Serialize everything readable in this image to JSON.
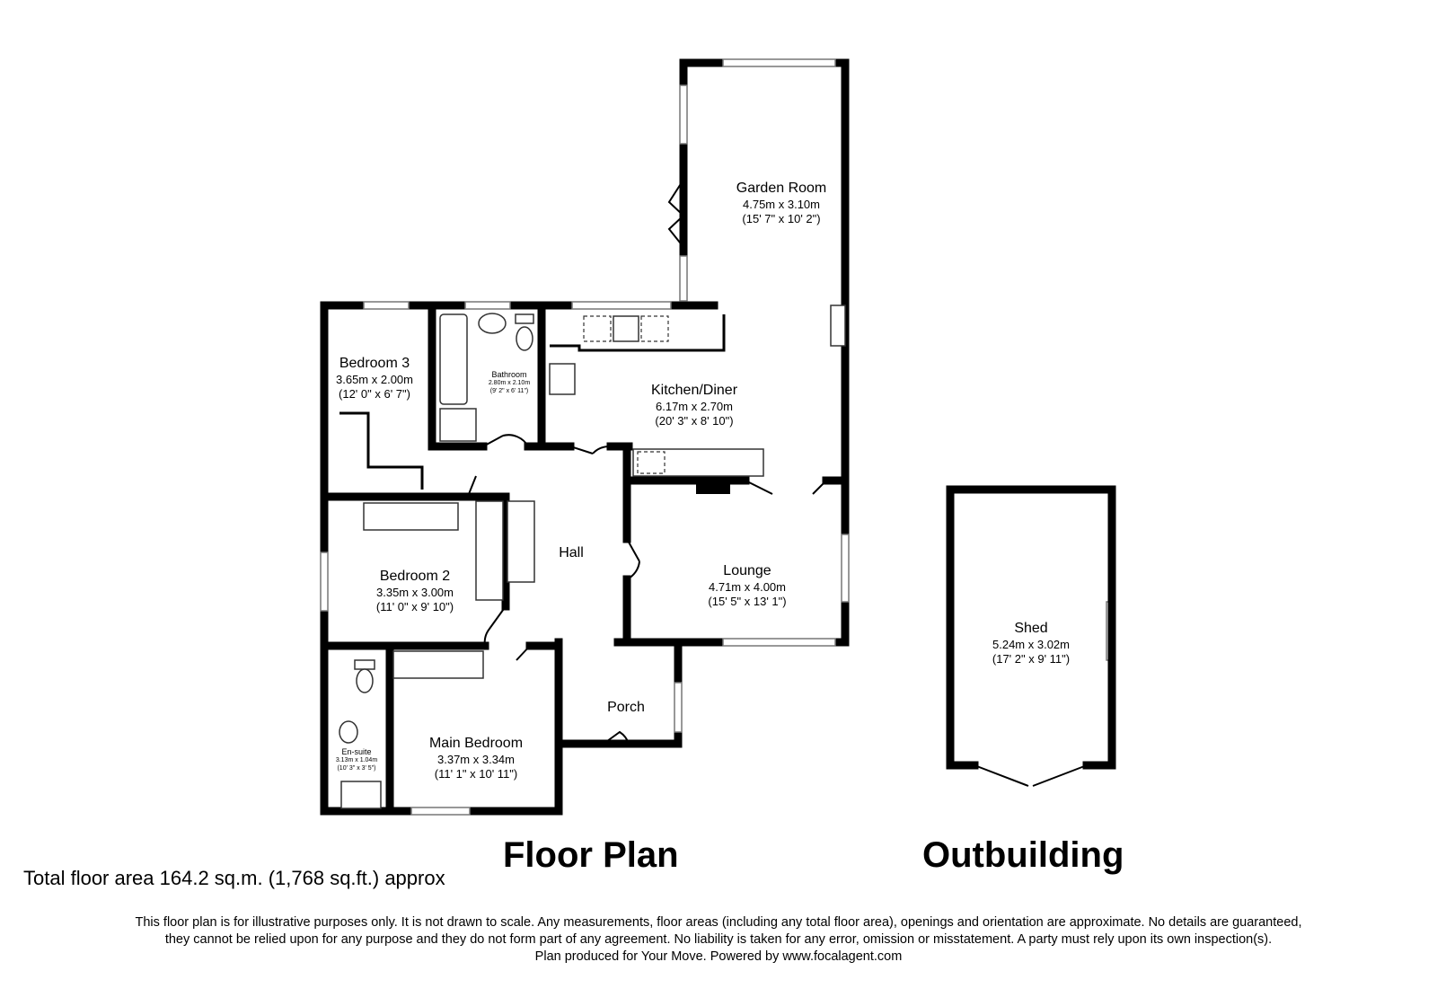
{
  "rooms": [
    {
      "name": "Garden Room",
      "metric": "4.75m x 3.10m",
      "imperial": "(15' 7\" x 10' 2\")"
    },
    {
      "name": "Bedroom 3",
      "metric": "3.65m x 2.00m",
      "imperial": "(12' 0\" x 6' 7\")"
    },
    {
      "name": "Bathroom",
      "metric": "2.80m x 2.10m",
      "imperial": "(9' 2\" x 6' 11\")"
    },
    {
      "name": "Kitchen/Diner",
      "metric": "6.17m x 2.70m",
      "imperial": "(20' 3\" x 8' 10\")"
    },
    {
      "name": "Hall",
      "metric": "",
      "imperial": ""
    },
    {
      "name": "Bedroom 2",
      "metric": "3.35m x 3.00m",
      "imperial": "(11' 0\" x 9' 10\")"
    },
    {
      "name": "Lounge",
      "metric": "4.71m x 4.00m",
      "imperial": "(15' 5\" x 13' 1\")"
    },
    {
      "name": "Porch",
      "metric": "",
      "imperial": ""
    },
    {
      "name": "Main Bedroom",
      "metric": "3.37m x 3.34m",
      "imperial": "(11' 1\" x 10' 11\")"
    },
    {
      "name": "En-suite",
      "metric": "3.13m x 1.04m",
      "imperial": "(10' 3\" x 3' 5\")"
    },
    {
      "name": "Shed",
      "metric": "5.24m x 3.02m",
      "imperial": "(17' 2\" x 9' 11\")"
    }
  ],
  "headings": {
    "floor_plan": "Floor Plan",
    "outbuilding": "Outbuilding"
  },
  "total_area": "Total floor area 164.2 sq.m. (1,768 sq.ft.) approx",
  "disclaimer": [
    "This floor plan is for illustrative purposes only. It is not drawn to scale. Any measurements, floor areas (including any total floor area), openings and orientation are approximate. No details are guaranteed,",
    "they cannot be relied upon for any purpose and they do not form part of any agreement. No liability is taken for any error, omission or misstatement. A party must rely upon its own inspection(s).",
    "Plan produced for Your Move. Powered by www.focalagent.com"
  ]
}
